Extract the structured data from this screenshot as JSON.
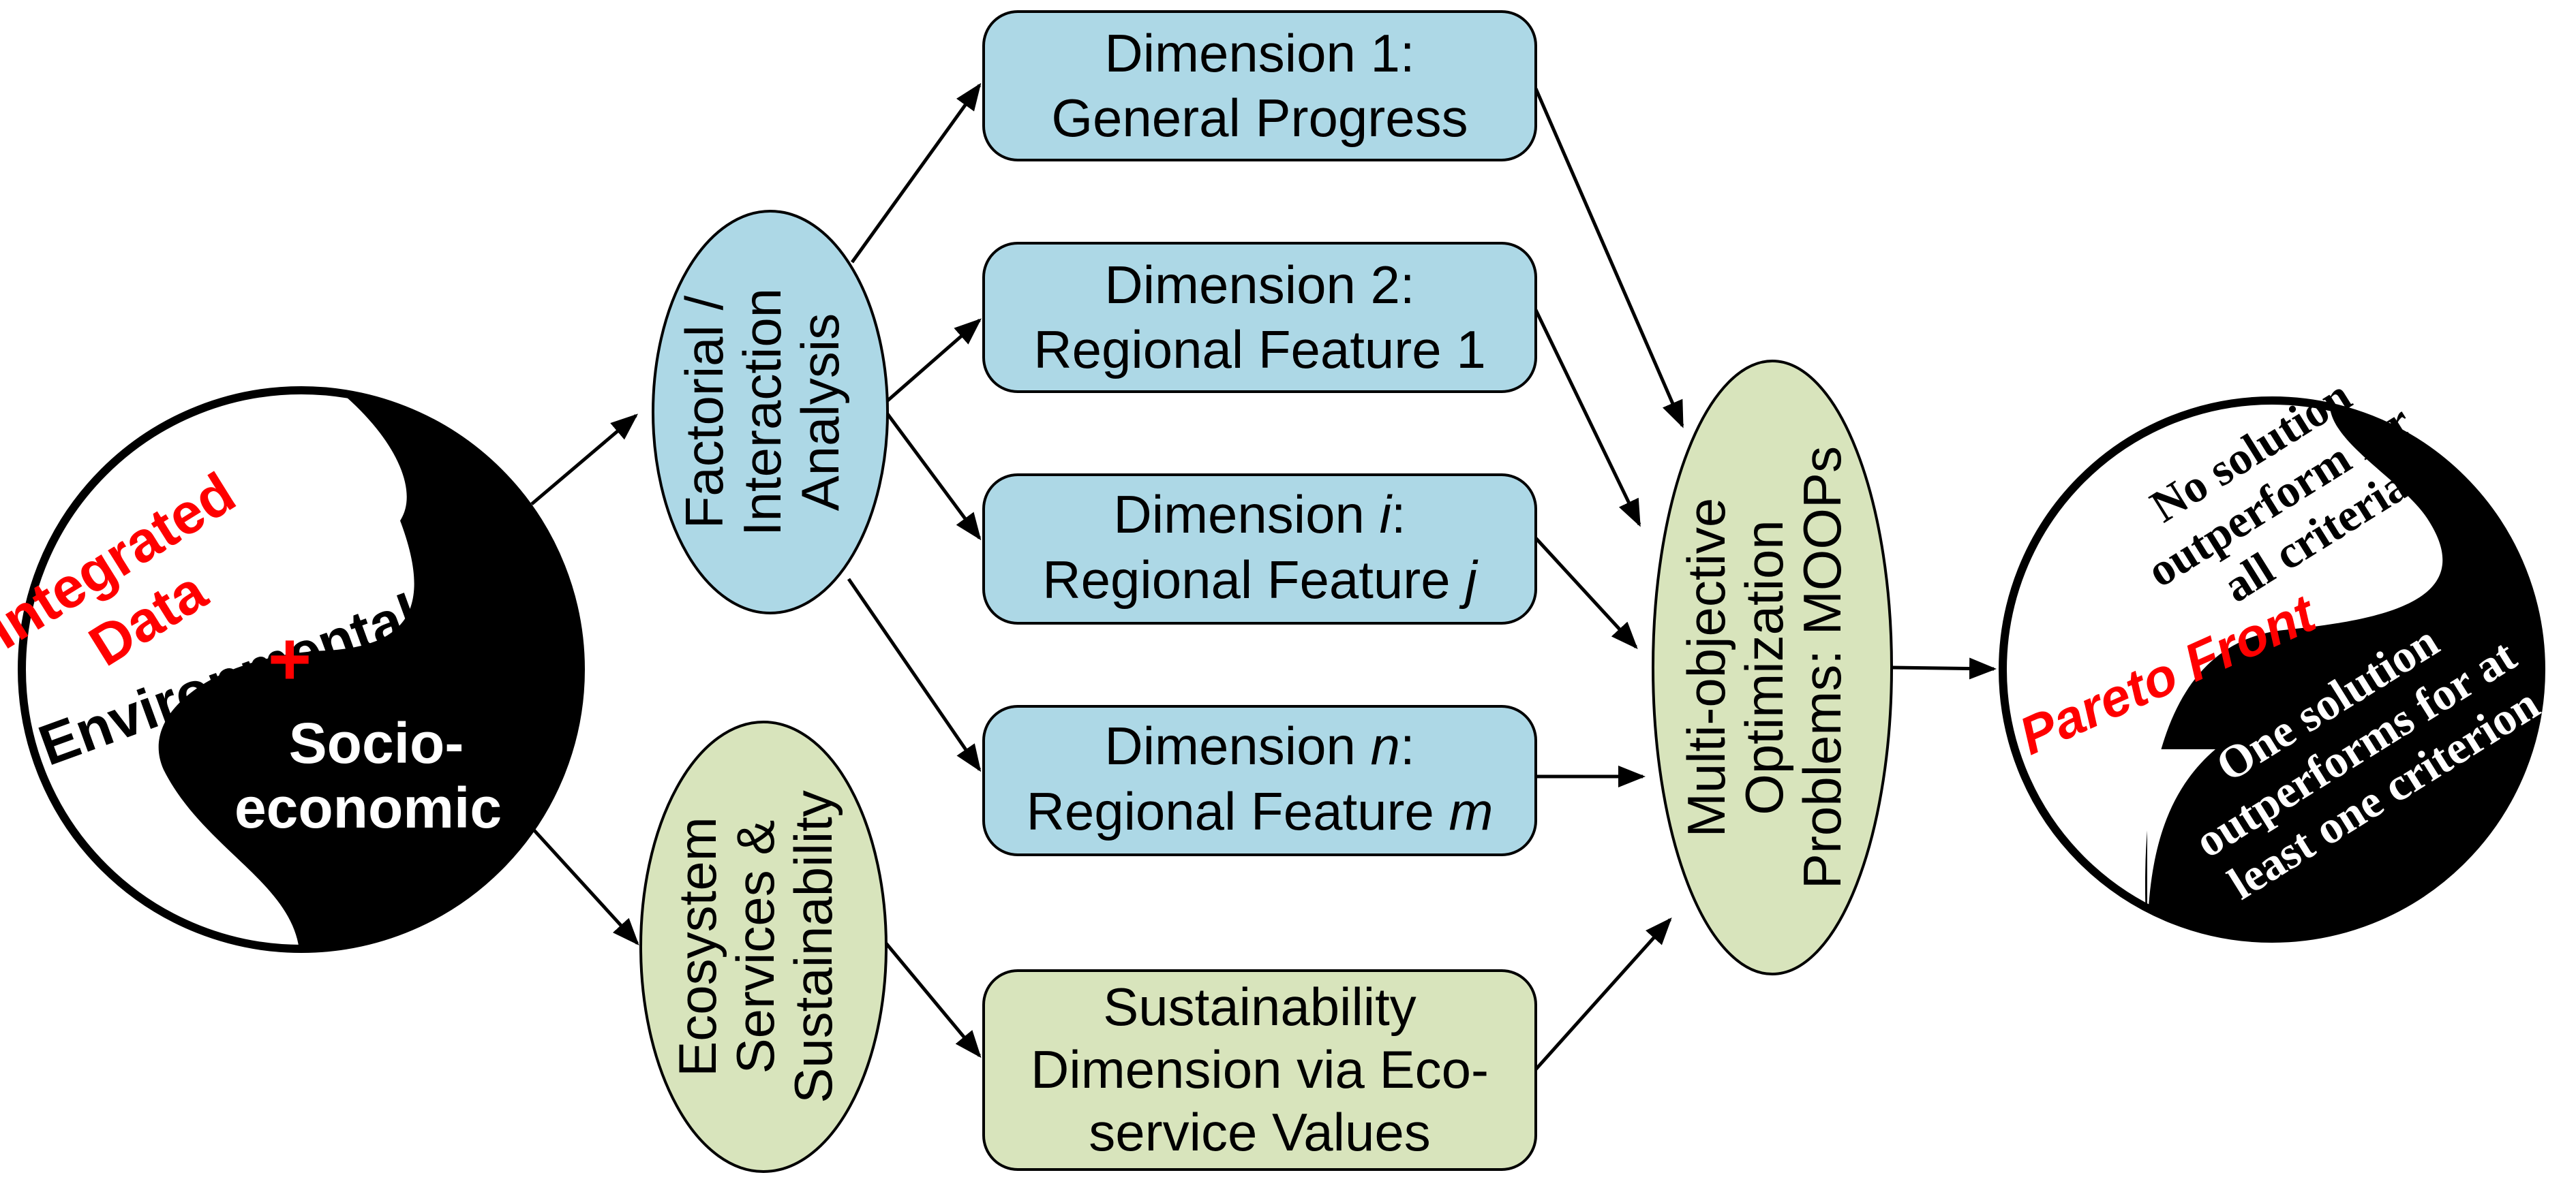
{
  "colors": {
    "box_blue": "#add8e6",
    "box_green": "#d8e4bc",
    "black": "#000000",
    "white": "#ffffff",
    "red": "#ff0000"
  },
  "left_circle": {
    "integrated": "Integrated",
    "data": "Data",
    "environmental": "Environmental",
    "plus": "+",
    "socio": "Socio-",
    "economic": "economic"
  },
  "ellipses": {
    "factorial": [
      "Factorial /",
      "Interaction",
      "Analysis"
    ],
    "ecosystem": [
      "Ecosystem",
      "Services &",
      "Sustainability"
    ],
    "moop": [
      "Multi-objective",
      "Optimization",
      "Problems: MOOPs"
    ]
  },
  "boxes": {
    "dim1": {
      "line1": "Dimension 1:",
      "line2": "General Progress"
    },
    "dim2": {
      "line1": "Dimension 2:",
      "line2": "Regional Feature 1"
    },
    "dimi": {
      "line1_a": "Dimension ",
      "line1_var": "i",
      "line1_b": ":",
      "line2_a": "Regional Feature ",
      "line2_var": "j"
    },
    "dimn": {
      "line1_a": "Dimension ",
      "line1_var": "n",
      "line1_b": ":",
      "line2_a": "Regional Feature ",
      "line2_var": "m"
    },
    "sustain": {
      "line1": "Sustainability",
      "line2": "Dimension via Eco-",
      "line3": "service Values"
    }
  },
  "right_circle": {
    "top": [
      "No solution",
      "outperform for",
      "all criteria"
    ],
    "pareto": "Pareto Front",
    "bottom": [
      "One solution",
      "outperforms for at",
      "least one criterion"
    ]
  }
}
